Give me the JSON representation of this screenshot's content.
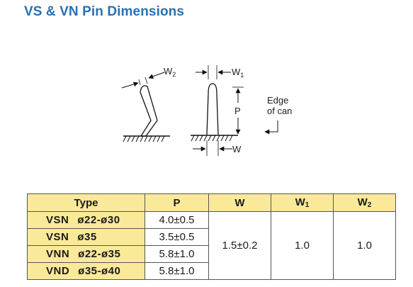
{
  "title": "VS & VN Pin Dimensions",
  "diagram": {
    "label_w2": "W",
    "label_w2_sub": "2",
    "label_w1": "W",
    "label_w1_sub": "1",
    "label_p": "P",
    "label_w": "W",
    "label_edge_line1": "Edge",
    "label_edge_line2": "of can"
  },
  "table": {
    "headers": {
      "type": "Type",
      "p": "P",
      "w": "W",
      "w1": "W",
      "w1_sub": "1",
      "w2": "W",
      "w2_sub": "2"
    },
    "rows": [
      {
        "type": "VSN",
        "diameter": "ø22-ø30",
        "p": "4.0±0.5"
      },
      {
        "type": "VSN",
        "diameter": "ø35",
        "p": "3.5±0.5"
      },
      {
        "type": "VNN",
        "diameter": "ø22-ø35",
        "p": "5.8±1.0"
      },
      {
        "type": "VND",
        "diameter": "ø35-ø40",
        "p": "5.8±1.0"
      }
    ],
    "w_value": "1.5±0.2",
    "w1_value": "1.0",
    "w2_value": "1.0"
  },
  "colors": {
    "title": "#2a6fb3",
    "header_fill": "#fbe99a"
  }
}
